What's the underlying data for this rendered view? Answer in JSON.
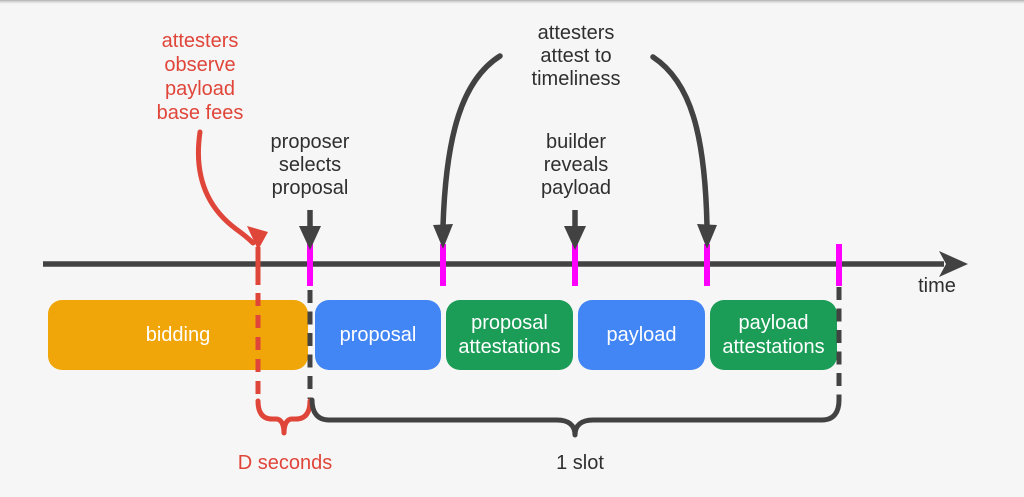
{
  "colors": {
    "background": "#f6f6f6",
    "dark": "#424242",
    "red": "#e0453a",
    "magenta": "#ff00ff",
    "bidding_orange": "#f0a508",
    "proposal_blue": "#4285f4",
    "attestation_green": "#1b9d57",
    "block_text": "#ffffff"
  },
  "annotations": {
    "observe_fees": "attesters\nobserve\npayload\nbase fees",
    "proposer_selects": "proposer\nselects\nproposal",
    "attest_timeliness": "attesters\nattest to\ntimeliness",
    "builder_reveals": "builder\nreveals\npayload"
  },
  "timeline": {
    "axis_label": "time",
    "tick_count": 5
  },
  "blocks": [
    {
      "label": "bidding",
      "color": "#f0a508"
    },
    {
      "label": "proposal",
      "color": "#4285f4"
    },
    {
      "label": "proposal attestations",
      "color": "#1b9d57"
    },
    {
      "label": "payload",
      "color": "#4285f4"
    },
    {
      "label": "payload attestations",
      "color": "#1b9d57"
    }
  ],
  "braces": {
    "d_seconds": "D seconds",
    "one_slot": "1 slot"
  }
}
